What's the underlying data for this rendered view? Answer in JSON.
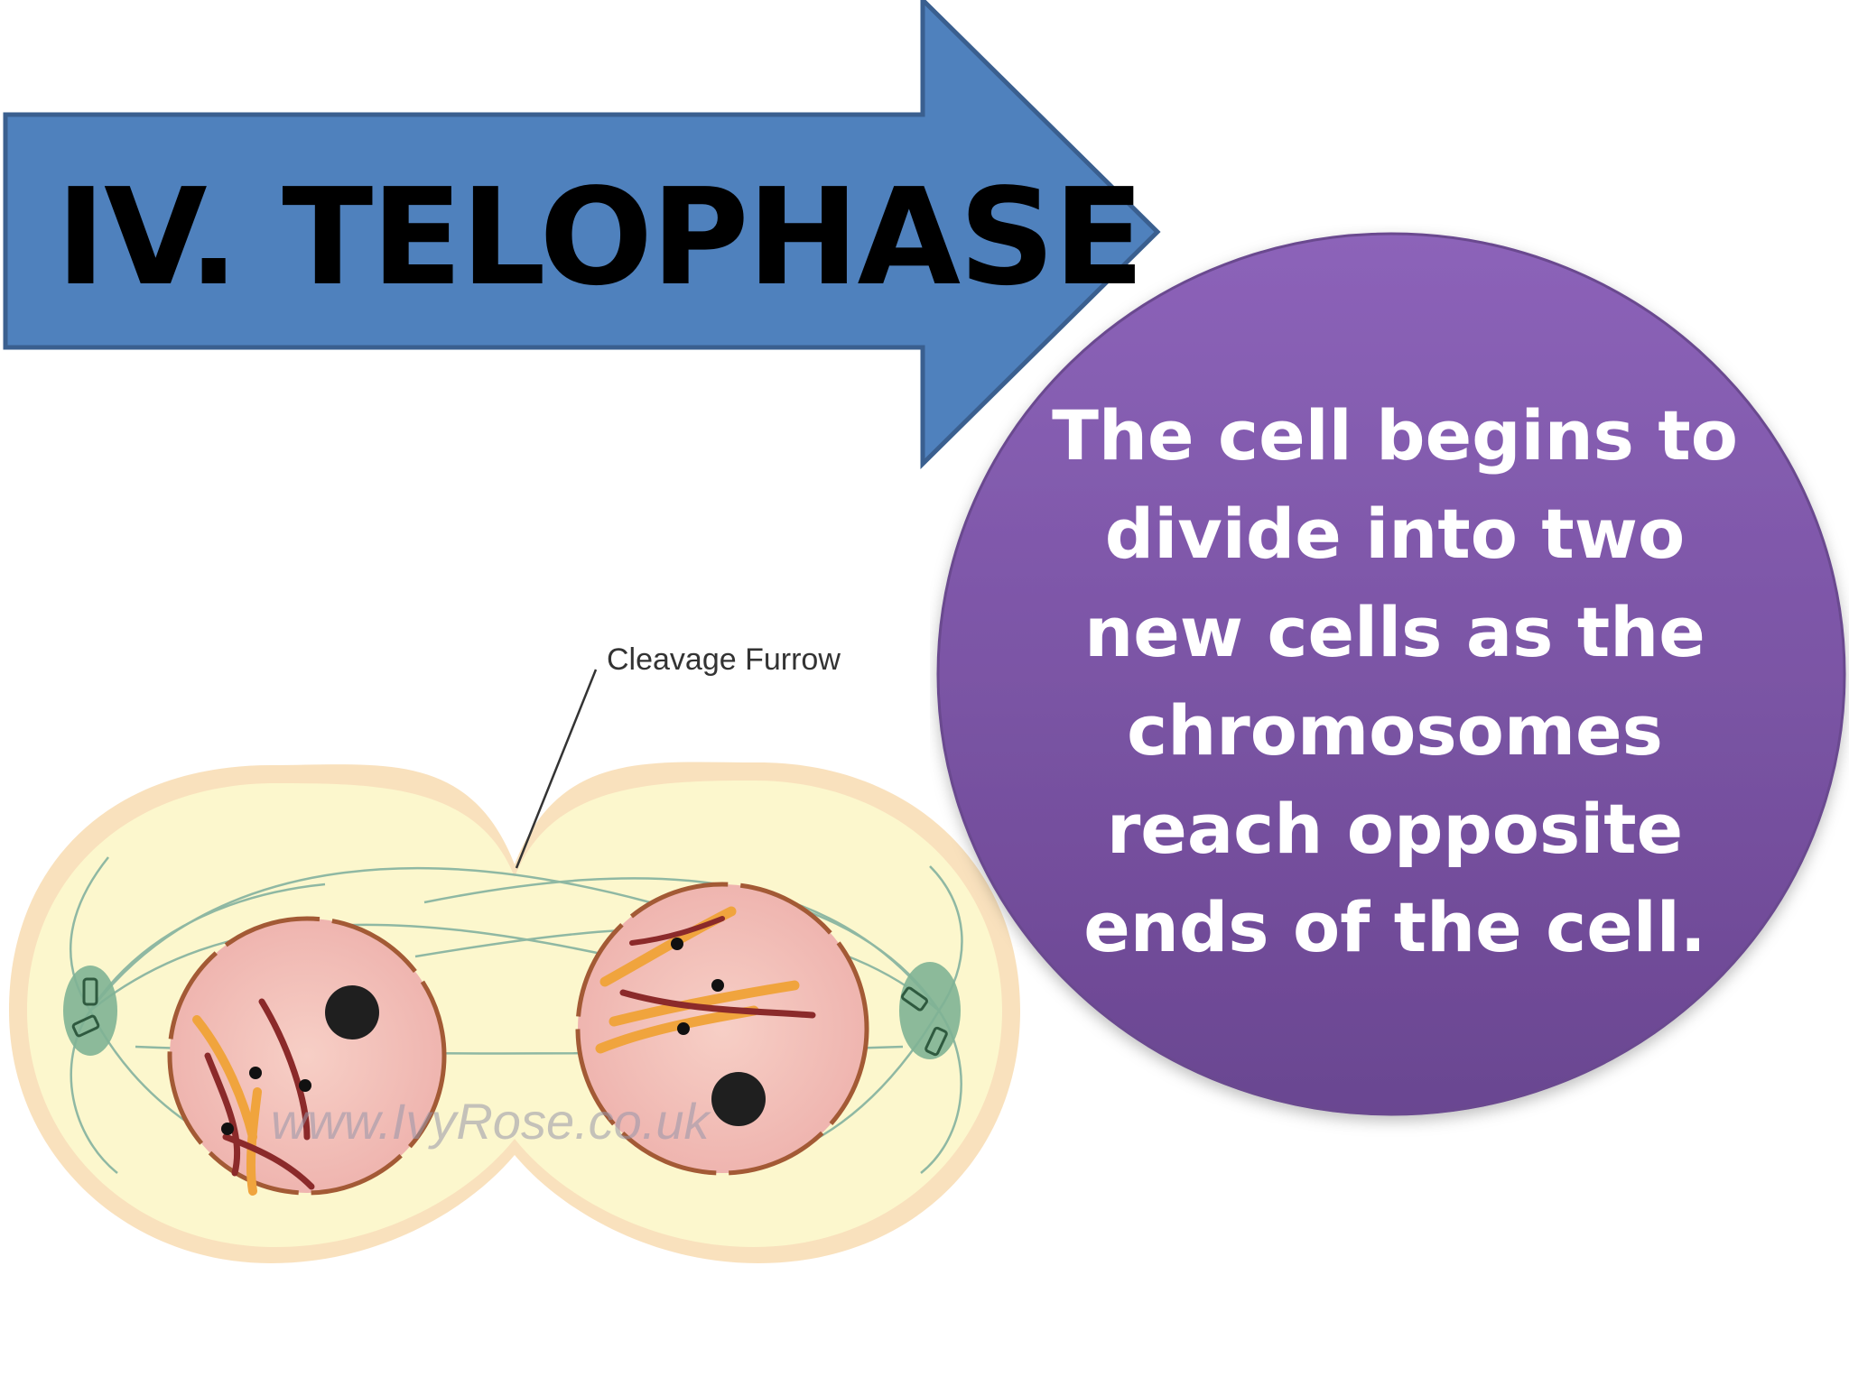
{
  "slide": {
    "title": "IV. TELOPHASE",
    "description": "The cell begins to\ndivide into two\nnew cells as the\nchromosomes\nreach opposite\nends of the cell."
  },
  "diagram": {
    "label": "Cleavage Furrow",
    "watermark": "www.IvyRose.co.uk"
  },
  "colors": {
    "arrow_fill": "#4f81bd",
    "arrow_stroke": "#3a5f8f",
    "circle_top": "#8c63b9",
    "circle_bottom": "#6a4691",
    "cytoplasm": "#fdf7cc",
    "cell_membrane": "#f6cf9a",
    "nucleus": "#f2c1bd",
    "centrosome": "#7fb395"
  }
}
